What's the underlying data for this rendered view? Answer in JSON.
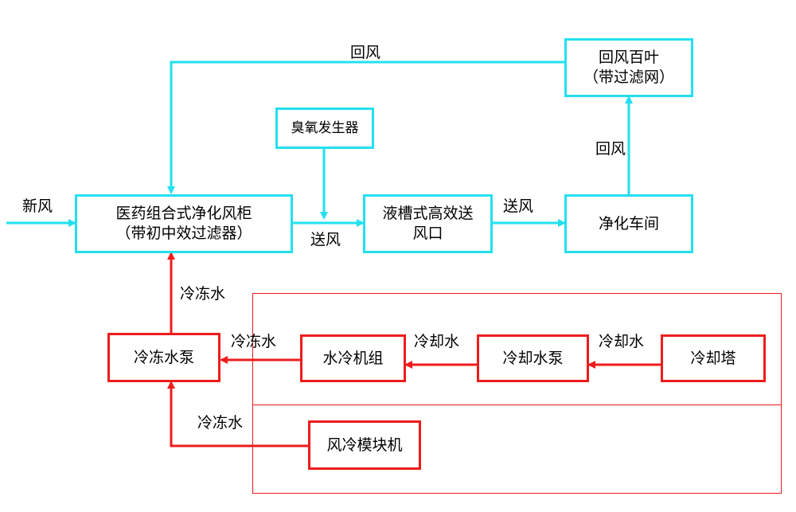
{
  "colors": {
    "air_flow": "#22e0f0",
    "water_flow": "#ee1c1c",
    "text": "#000000"
  },
  "nodes": {
    "ahu": {
      "line1": "医药组合式净化风柜",
      "line2": "（带初中效过滤器）"
    },
    "ozone": {
      "label": "臭氧发生器"
    },
    "supply_outlet": {
      "line1": "液槽式高效送",
      "line2": "风口"
    },
    "clean_room": {
      "label": "净化车间"
    },
    "return_louver": {
      "line1": "回风百叶",
      "line2": "（带过滤网）"
    },
    "chilled_pump": {
      "label": "冷冻水泵"
    },
    "water_chiller": {
      "label": "水冷机组"
    },
    "cooling_pump": {
      "label": "冷却水泵"
    },
    "cooling_tower": {
      "label": "冷却塔"
    },
    "air_chiller": {
      "label": "风冷模块机"
    }
  },
  "labels": {
    "fresh_air": "新风",
    "return_air_top": "回风",
    "return_air_side": "回风",
    "supply_air_1": "送风",
    "supply_air_2": "送风",
    "chilled_water_up": "冷冻水",
    "chilled_water_from_chiller": "冷冻水",
    "chilled_water_from_air": "冷冻水",
    "cooling_water_1": "冷却水",
    "cooling_water_2": "冷却水"
  }
}
